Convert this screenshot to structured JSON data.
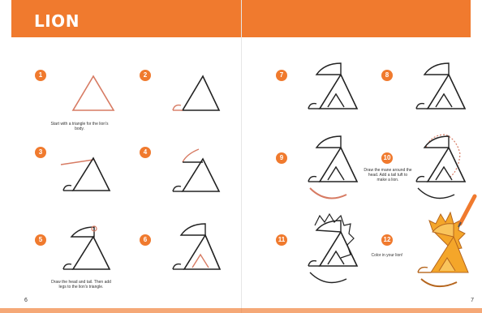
{
  "page": {
    "title": "LION",
    "left_page_number": "6",
    "right_page_number": "7"
  },
  "steps": [
    {
      "number": "1",
      "caption": "Start with a triangle for the lion's body."
    },
    {
      "number": "2",
      "caption": ""
    },
    {
      "number": "3",
      "caption": ""
    },
    {
      "number": "4",
      "caption": ""
    },
    {
      "number": "5",
      "caption": "Draw the head and tail. Then add legs to the lion's triangle."
    },
    {
      "number": "6",
      "caption": ""
    },
    {
      "number": "7",
      "caption": ""
    },
    {
      "number": "8",
      "caption": ""
    },
    {
      "number": "9",
      "caption": ""
    },
    {
      "number": "10",
      "caption": "Draw the mane around the head. Add a tail tuft to make a lion."
    },
    {
      "number": "11",
      "caption": ""
    },
    {
      "number": "12",
      "caption": "Color in your lion!"
    }
  ],
  "colors": {
    "accent": "#f07a2e",
    "line": "#222222",
    "guide": "#d77b63",
    "fill": "#f4a62a"
  },
  "icons": {
    "step_badge": "orange-circle-icon",
    "pencil": "pencil-icon"
  }
}
